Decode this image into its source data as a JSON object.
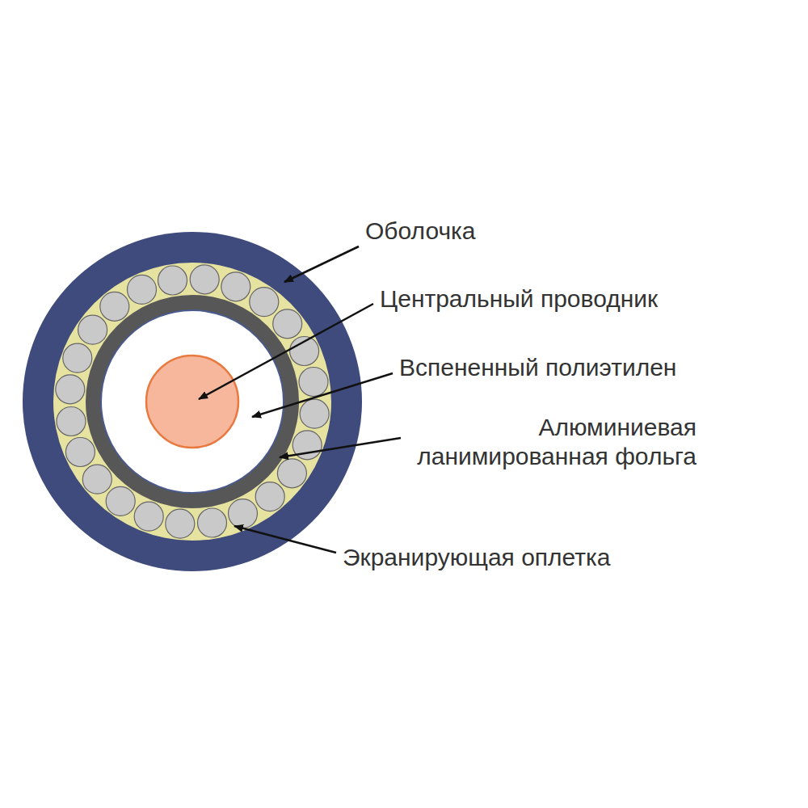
{
  "diagram": {
    "labels": [
      "Оболочка",
      "Центральный проводник",
      "Вспененный полиэтилен",
      "Алюминиевая ланимированная фольга",
      "Экранирующая оплетка"
    ]
  }
}
